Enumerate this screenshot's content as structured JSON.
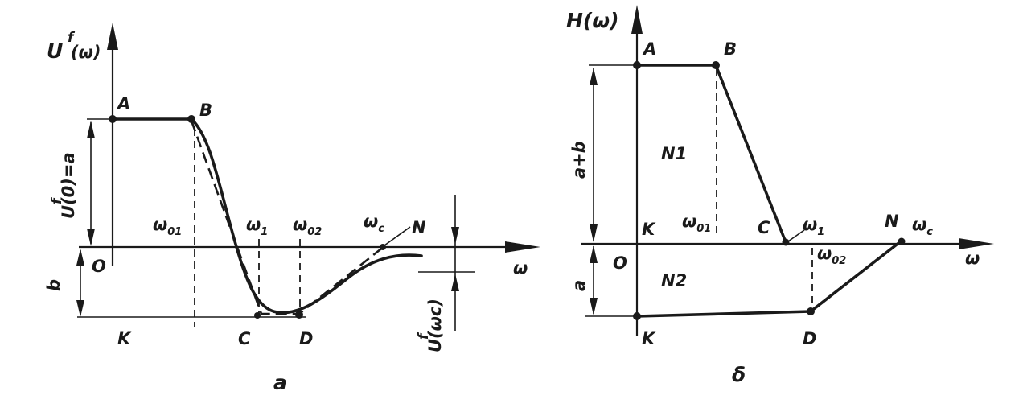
{
  "panel_a": {
    "axis_y_main": "U",
    "axis_y_sup": "f",
    "axis_y_arg": "(ω)",
    "axis_x": "ω",
    "point_A": "A",
    "point_B": "B",
    "point_C": "C",
    "point_D": "D",
    "point_K": "K",
    "point_N": "N",
    "origin": "O",
    "omega01_main": "ω",
    "omega01_sub": "01",
    "omega1_main": "ω",
    "omega1_sub": "1",
    "omega02_main": "ω",
    "omega02_sub": "02",
    "omegac_main": "ω",
    "omegac_sub": "c",
    "left_dim_label": "U(0)=a",
    "left_dim_sup": "f",
    "left_dim_b": "b",
    "right_dim_label": "U(ωc)",
    "right_dim_sup": "f",
    "caption": "a"
  },
  "panel_b": {
    "axis_y": "H(ω)",
    "axis_x": "ω",
    "point_A": "A",
    "point_B": "B",
    "point_C": "C",
    "point_D": "D",
    "point_K_top": "K",
    "point_K_bottom": "K",
    "point_N": "N",
    "origin": "O",
    "region_N1": "N1",
    "region_N2": "N2",
    "omega01_main": "ω",
    "omega01_sub": "01",
    "omega1_main": "ω",
    "omega1_sub": "1",
    "omega02_main": "ω",
    "omega02_sub": "02",
    "omegac_main": "ω",
    "omegac_sub": "c",
    "dim_upper": "a+b",
    "dim_lower": "a",
    "caption": "δ"
  }
}
